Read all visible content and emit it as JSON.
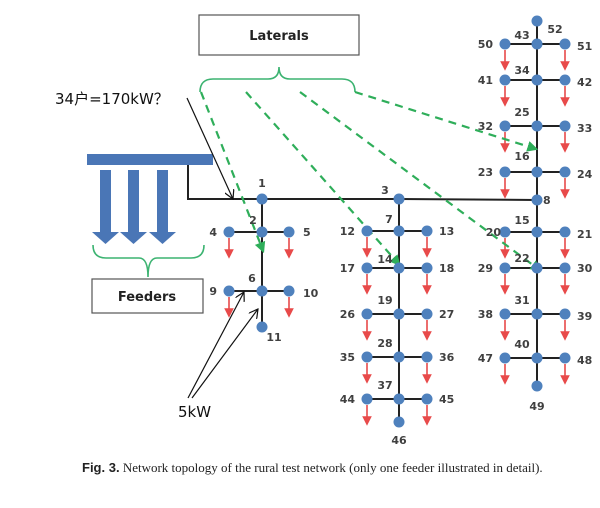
{
  "labels": {
    "laterals": "Laterals",
    "feeders": "Feeders",
    "annotation_load": "34户=170kW？",
    "annotation_5kw": "5kW"
  },
  "caption": {
    "prefix": "Fig. 3.",
    "text": "Network topology of the rural test network (only one feeder illustrated in detail)."
  },
  "colors": {
    "feeder_blue": "#4a76b6",
    "node_blue": "#4f81bd",
    "line": "#222222",
    "load_arrow_red": "#e84a4a",
    "lateral_green": "#2fae5a",
    "brace_green": "#3cb371"
  },
  "nodes": [
    {
      "id": "1"
    },
    {
      "id": "2"
    },
    {
      "id": "3"
    },
    {
      "id": "4"
    },
    {
      "id": "5"
    },
    {
      "id": "6"
    },
    {
      "id": "7"
    },
    {
      "id": "8"
    },
    {
      "id": "9"
    },
    {
      "id": "10"
    },
    {
      "id": "11"
    },
    {
      "id": "12"
    },
    {
      "id": "13"
    },
    {
      "id": "14"
    },
    {
      "id": "15"
    },
    {
      "id": "16"
    },
    {
      "id": "17"
    },
    {
      "id": "18"
    },
    {
      "id": "19"
    },
    {
      "id": "20"
    },
    {
      "id": "21"
    },
    {
      "id": "22"
    },
    {
      "id": "23"
    },
    {
      "id": "24"
    },
    {
      "id": "25"
    },
    {
      "id": "26"
    },
    {
      "id": "27"
    },
    {
      "id": "28"
    },
    {
      "id": "29"
    },
    {
      "id": "30"
    },
    {
      "id": "31"
    },
    {
      "id": "32"
    },
    {
      "id": "33"
    },
    {
      "id": "34"
    },
    {
      "id": "35"
    },
    {
      "id": "36"
    },
    {
      "id": "37"
    },
    {
      "id": "38"
    },
    {
      "id": "39"
    },
    {
      "id": "40"
    },
    {
      "id": "41"
    },
    {
      "id": "42"
    },
    {
      "id": "43"
    },
    {
      "id": "44"
    },
    {
      "id": "45"
    },
    {
      "id": "46"
    },
    {
      "id": "47"
    },
    {
      "id": "48"
    },
    {
      "id": "49"
    },
    {
      "id": "50"
    },
    {
      "id": "51"
    },
    {
      "id": "52"
    }
  ]
}
